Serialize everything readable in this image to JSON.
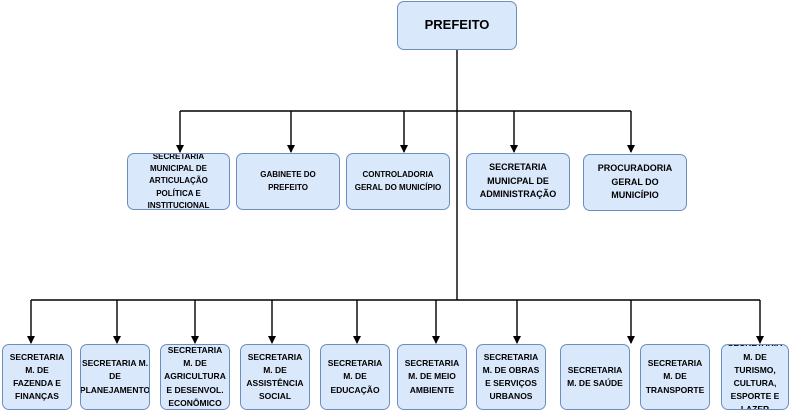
{
  "org_chart": {
    "root": "PREFEITO",
    "level1": [
      "SECRETARIA MUNICIPAL DE ARTICULAÇÃO POLÍTICA E INSTITUCIONAL",
      "GABINETE DO PREFEITO",
      "CONTROLADORIA GERAL DO MUNICÍPIO",
      "SECRETARIA MUNICPAL DE ADMINISTRAÇÃO",
      "PROCURADORIA GERAL DO MUNICÍPIO"
    ],
    "level2": [
      "SECRETARIA M. DE FAZENDA E FINANÇAS",
      "SECRETARIA M. DE PLANEJAMENTO",
      "SECRETARIA M. DE AGRICULTURA E DESENVOL. ECONÔMICO",
      "SECRETARIA M. DE ASSISTÊNCIA SOCIAL",
      "SECRETARIA M. DE EDUCAÇÃO",
      "SECRETARIA M. DE MEIO AMBIENTE",
      "SECRETARIA M. DE OBRAS E SERVIÇOS URBANOS",
      "SECRETARIA M. DE SAÚDE",
      "SECRETARIA M. DE TRANSPORTE",
      "SECRETARIA M. DE TURISMO, CULTURA, ESPORTE E LAZER"
    ]
  },
  "colors": {
    "box_fill": "#dae8fc",
    "box_border": "#6c8ebf",
    "connector": "#000000"
  }
}
